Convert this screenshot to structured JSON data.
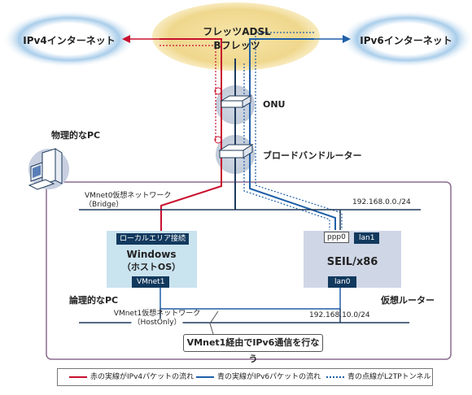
{
  "colors": {
    "ipv4_line": "#c8102e",
    "ipv6_line": "#1f5fa8",
    "l2tp_line": "#1f5fa8",
    "network_line": "#1f3a5a",
    "cloud_center": "#f2dfa0",
    "cloud_glow": "#a9cdea",
    "pc_box": "#c9e3ef",
    "router_box": "#cfd6e6",
    "frame_border": "#8b6b8e"
  },
  "clouds": {
    "ipv4": "IPv4インターネット",
    "adsl_line1": "フレッツADSL",
    "adsl_line2": "Bフレッツ",
    "ipv6": "IPv6インターネット"
  },
  "devices": {
    "onu": "ONU",
    "broadband_router": "ブロードバンドルーター",
    "physical_pc": "物理的なPC"
  },
  "networks": {
    "vmnet0_line1": "VMnet0仮想ネットワーク",
    "vmnet0_line2": "（Bridge）",
    "vmnet0_subnet": "192.168.0.0./24",
    "vmnet1_line1": "VMnet1仮想ネットワーク",
    "vmnet1_line2": "（HostOnly）",
    "vmnet1_subnet": "192.168.10.0/24"
  },
  "windows_box": {
    "nic_label": "ローカルエリア接続",
    "title_line1": "Windows",
    "title_line2": "（ホストOS）",
    "vmnet_label": "VMnet1",
    "caption": "論理的なPC"
  },
  "router_box": {
    "ppp_label": "ppp0",
    "lan1_label": "lan1",
    "title": "SEIL/x86",
    "lan0_label": "lan0",
    "caption": "仮想ルーター"
  },
  "callout": "VMnet1経由でIPv6通信を行なう",
  "legend": [
    {
      "label": "赤の実線がIPv4パケットの流れ",
      "style": "solid-red"
    },
    {
      "label": "青の実線がIPv6パケットの流れ",
      "style": "solid-blue"
    },
    {
      "label": "青の点線がL2TPトンネル",
      "style": "dotted-blue"
    }
  ]
}
